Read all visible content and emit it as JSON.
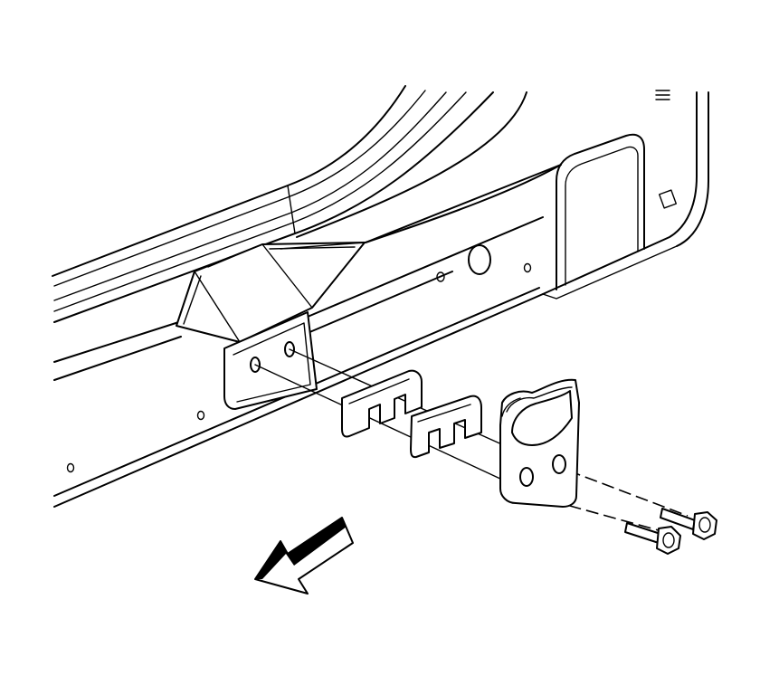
{
  "figure": {
    "stroke_color": "#000000",
    "background_color": "#ffffff",
    "arrow_color": "#000000",
    "parts": [
      "frame-rail",
      "rail-gusset",
      "mounting-plate",
      "spacer-shim-front",
      "spacer-shim-rear",
      "tow-hook",
      "bolt-upper",
      "bolt-lower",
      "direction-arrow"
    ]
  }
}
